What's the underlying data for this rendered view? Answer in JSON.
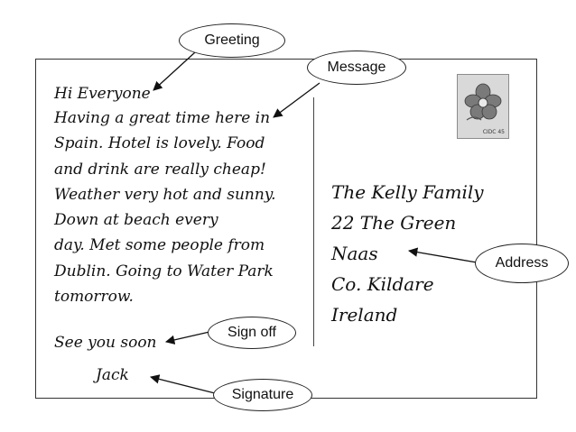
{
  "postcard": {
    "greeting": "Hi Everyone",
    "message_lines": [
      "Having a great time here in",
      "Spain. Hotel is lovely. Food",
      "and drink are really cheap!",
      "Weather very hot and sunny.",
      "Down at beach every",
      "day. Met some people from",
      "Dublin. Going to Water Park",
      "tomorrow."
    ],
    "sign_off": "See you soon",
    "signature": "Jack",
    "address_lines": [
      "The Kelly Family",
      "22 The Green",
      "Naas",
      "Co. Kildare",
      "Ireland"
    ],
    "stamp_code": "CIDC 45"
  },
  "callouts": {
    "greeting": "Greeting",
    "message": "Message",
    "address": "Address",
    "sign_off": "Sign off",
    "signature": "Signature"
  },
  "colors": {
    "ink": "#111111",
    "card_border": "#333333",
    "stamp": "#d9d9d9"
  }
}
